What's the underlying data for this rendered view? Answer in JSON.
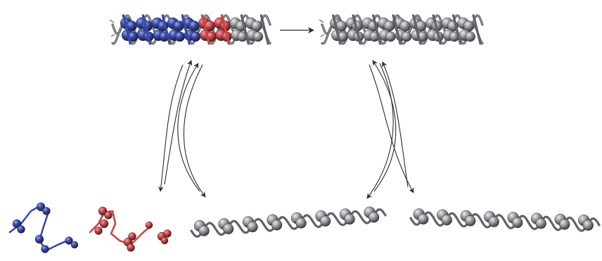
{
  "figure": {
    "colors": {
      "background": "#ffffff",
      "ribbon": "#5f6268",
      "ribbon_light": "#b8bbbf",
      "blue": "#3a4aa6",
      "red": "#c8464a",
      "grey": "#8c8f93",
      "arrow": "#2b2b2b"
    },
    "panels": [
      {
        "id": "coiled-coil-hetero",
        "kind": "helix-bundle",
        "segments": [
          "blue",
          "red"
        ]
      },
      {
        "id": "coiled-coil-homo",
        "kind": "helix-bundle",
        "segments": [
          "grey"
        ]
      },
      {
        "id": "unfolded-blue-peptide",
        "kind": "random-coil",
        "segments": [
          "blue"
        ]
      },
      {
        "id": "unfolded-red-peptide",
        "kind": "random-coil",
        "segments": [
          "red"
        ]
      },
      {
        "id": "grey-helix-left",
        "kind": "single-helix",
        "segments": [
          "grey"
        ]
      },
      {
        "id": "grey-helix-right",
        "kind": "single-helix",
        "segments": [
          "grey"
        ]
      }
    ],
    "arrows": [
      {
        "from": "coiled-coil-hetero",
        "to": "coiled-coil-homo",
        "style": "straight"
      },
      {
        "from": "coiled-coil-hetero",
        "to": "bottom",
        "style": "crossing-pair"
      },
      {
        "from": "coiled-coil-homo",
        "to": "bottom",
        "style": "crossing-pair"
      }
    ]
  }
}
